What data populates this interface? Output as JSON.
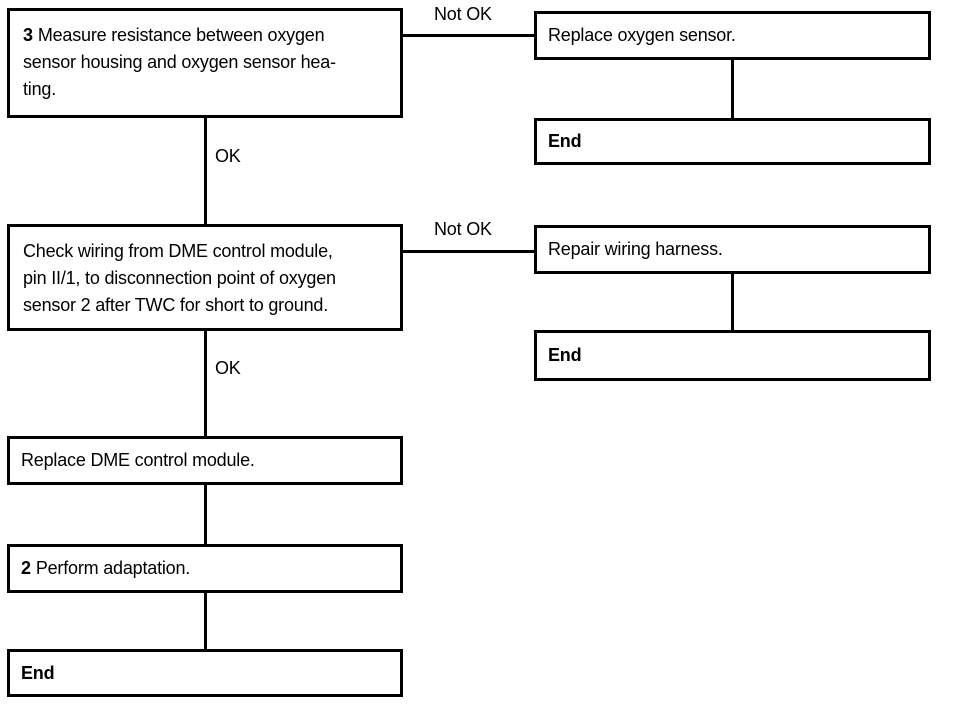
{
  "boxes": {
    "step3": {
      "prefix": "3",
      "line1": "Measure resistance between oxygen",
      "line2": "sensor housing and oxygen sensor hea-",
      "line3": "ting."
    },
    "replace_oxygen_sensor": {
      "text": "Replace oxygen sensor."
    },
    "end_right_1": {
      "text": "End"
    },
    "check_wiring": {
      "line1": "Check wiring from DME control module,",
      "line2": "pin II/1, to disconnection point of oxygen",
      "line3": "sensor 2 after TWC for short to ground."
    },
    "repair_wiring": {
      "text": "Repair wiring harness."
    },
    "end_right_2": {
      "text": "End"
    },
    "replace_dme": {
      "text": "Replace DME control module."
    },
    "step2": {
      "prefix": "2",
      "line1": "Perform adaptation."
    },
    "end_bottom": {
      "text": "End"
    }
  },
  "edge_labels": {
    "not_ok_top": "Not OK",
    "ok_top": "OK",
    "not_ok_mid": "Not OK",
    "ok_mid": "OK"
  },
  "colors": {
    "ink": "#000000",
    "background": "#ffffff"
  }
}
